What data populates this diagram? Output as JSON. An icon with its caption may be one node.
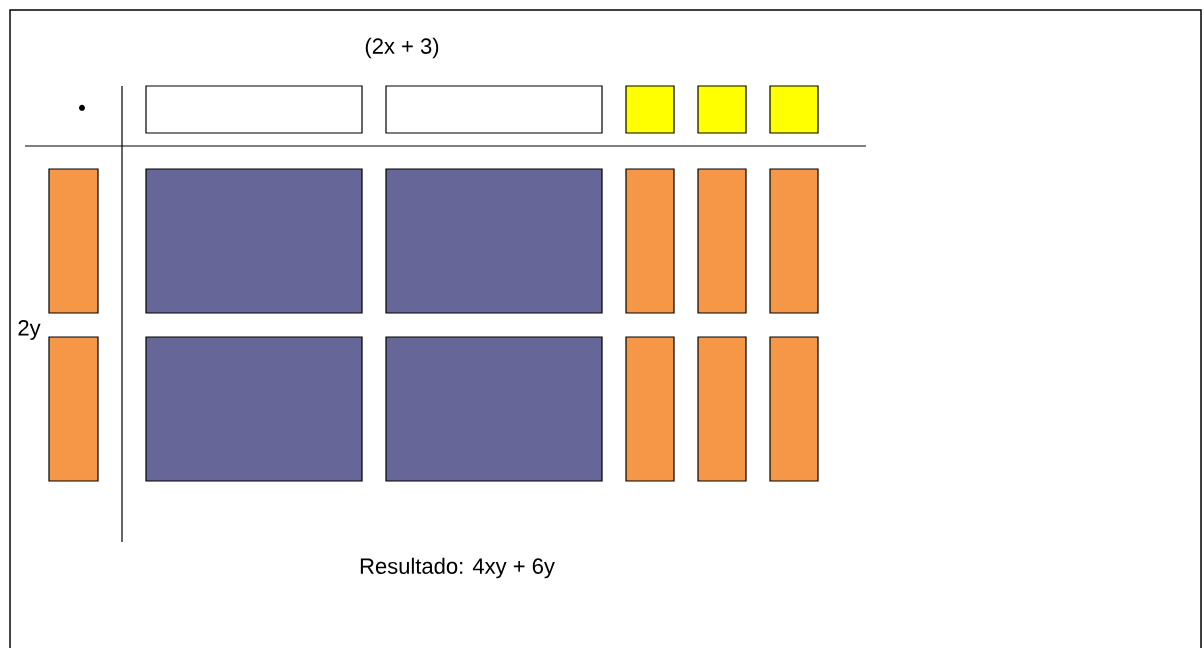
{
  "diagram": {
    "nodes": [
      {
        "text": [],
        "shape": "box"
      },
      {
        "text": [],
        "shape": "box"
      },
      {
        "text": [],
        "shape": "box"
      },
      {
        "text": [],
        "shape": "box"
      },
      {
        "text": [],
        "shape": "box"
      },
      {
        "text": [],
        "shape": "box"
      },
      {
        "text": [],
        "shape": "box"
      },
      {
        "text": [],
        "shape": "box"
      },
      {
        "text": [],
        "shape": "box"
      },
      {
        "text": [],
        "shape": "box"
      },
      {
        "text": [],
        "shape": "box"
      },
      {
        "text": [],
        "shape": "box"
      },
      {
        "text": [],
        "shape": "box"
      },
      {
        "text": [],
        "shape": "box"
      },
      {
        "text": [],
        "shape": "box"
      },
      {
        "text": [],
        "shape": "box"
      },
      {
        "text": [],
        "shape": "box"
      }
    ],
    "labels": [
      "(2x + 3)",
      "•",
      "2y",
      "Resultado: 4xy + 6y"
    ]
  }
}
